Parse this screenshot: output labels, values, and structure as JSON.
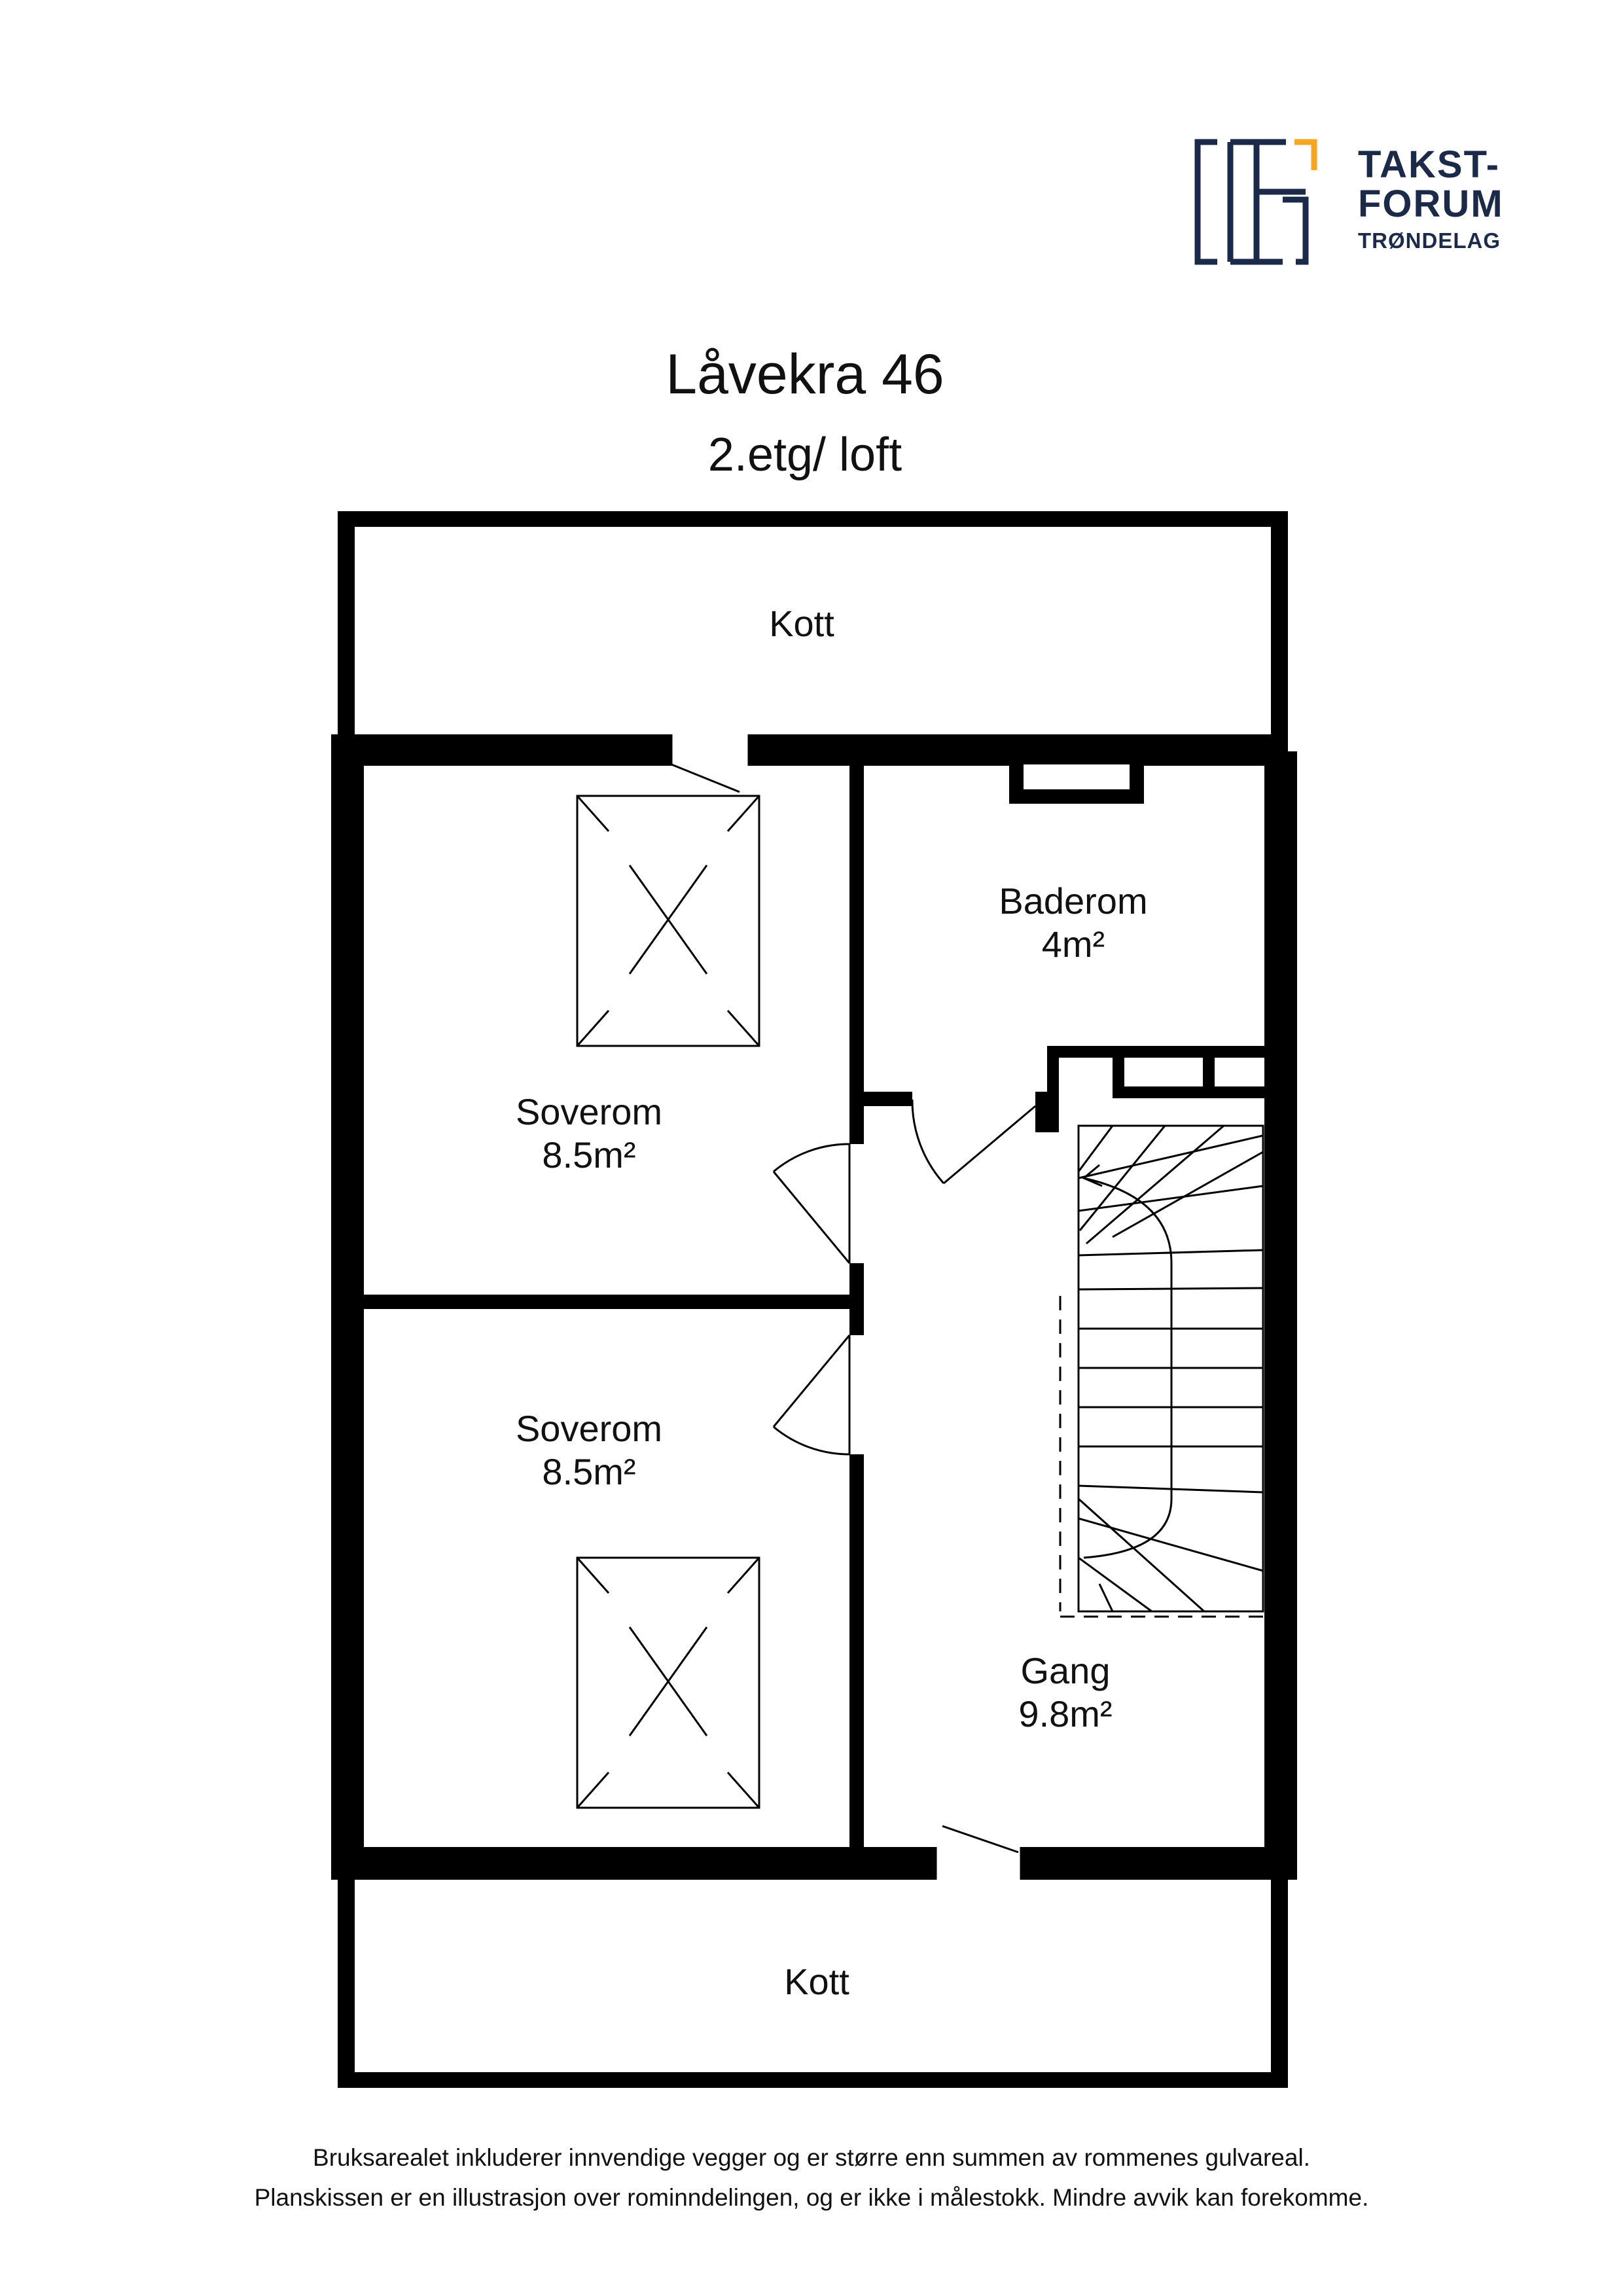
{
  "logo": {
    "line1": "TAKST-",
    "line2": "FORUM",
    "line3": "TRØNDELAG",
    "colors": {
      "navy": "#1c2a4a",
      "accent": "#f5a623"
    }
  },
  "header": {
    "title": "Låvekra 46",
    "subtitle": "2.etg/ loft"
  },
  "rooms": {
    "kott_top": {
      "name": "Kott"
    },
    "baderom": {
      "name": "Baderom",
      "area": "4m²"
    },
    "soverom_1": {
      "name": "Soverom",
      "area": "8.5m²"
    },
    "soverom_2": {
      "name": "Soverom",
      "area": "8.5m²"
    },
    "gang": {
      "name": "Gang",
      "area": "9.8m²"
    },
    "kott_bottom": {
      "name": "Kott"
    }
  },
  "footer": {
    "line1": "Bruksarealet inkluderer innvendige vegger og er større enn summen av rommenes gulvareal.",
    "line2": "Planskissen er en illustrasjon over rominndelingen, og er ikke i målestokk. Mindre avvik kan forekomme."
  }
}
